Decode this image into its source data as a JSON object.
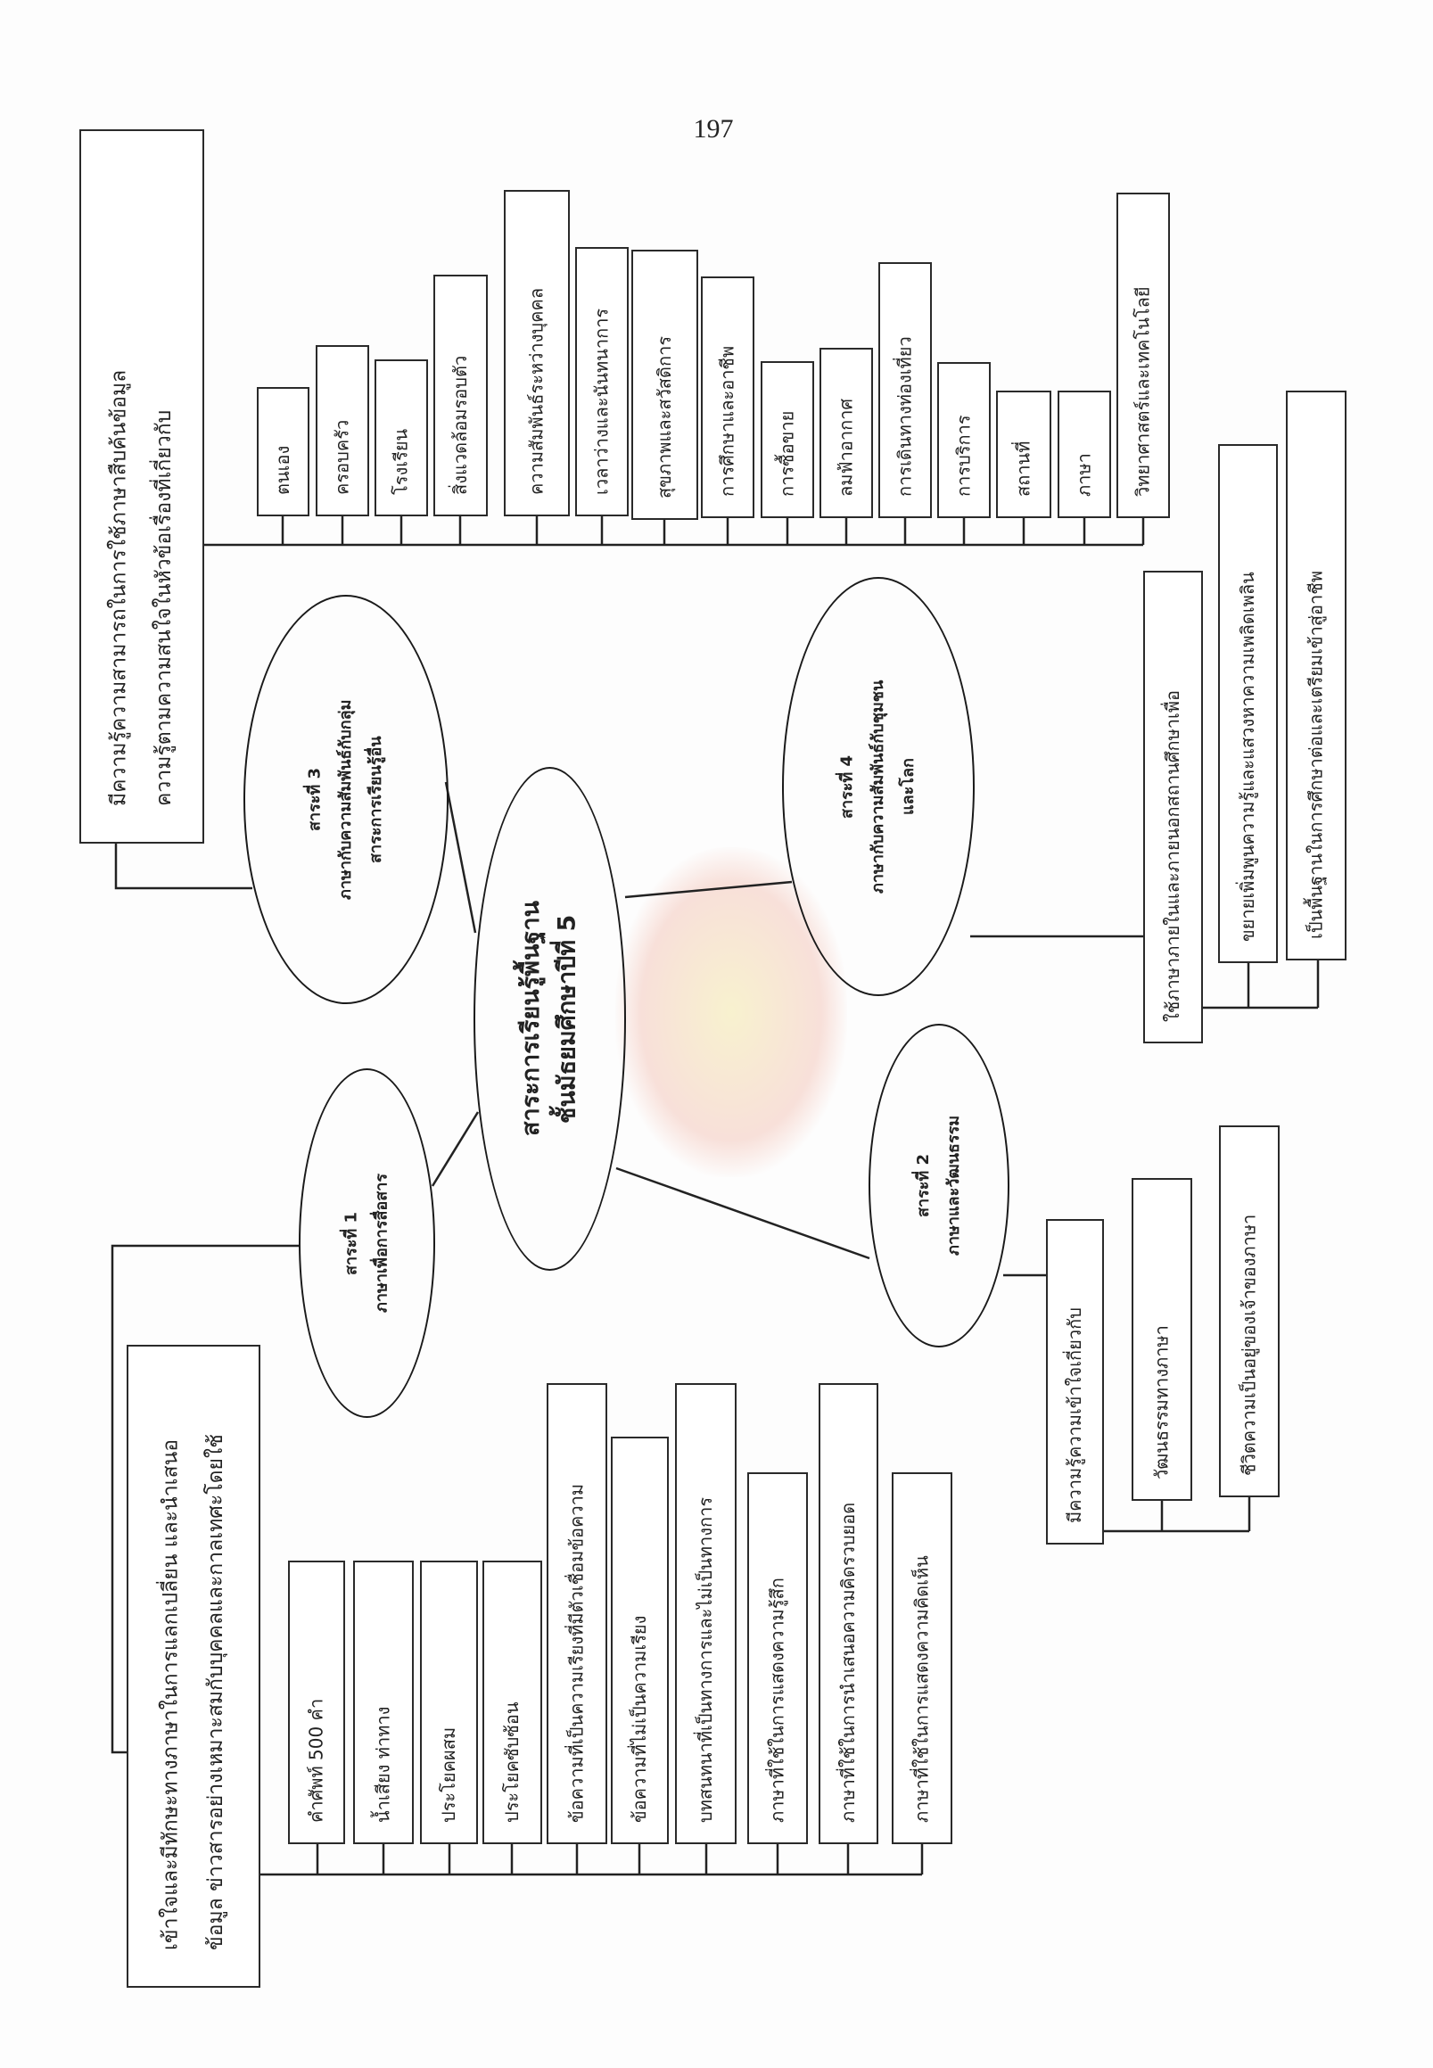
{
  "page_number": "197",
  "center": {
    "line1": "สาระการเรียนรู้พื้นฐาน",
    "line2": "ชั้นมัธยมศึกษาปีที่ 5"
  },
  "strand1": {
    "title": "สาระที่ 1",
    "subtitle": "ภาษาเพื่อการสื่อสาร",
    "description": [
      "เข้าใจและมีทักษะทางภาษาในการแลกเปลี่ยน  และนำเสนอ",
      "ข้อมูล ข่าวสารอย่างเหมาะสมกับบุคคลและกาลเทศะโดยใช้"
    ],
    "items": [
      "คำศัพท์ 500 คำ",
      "น้ำเสียง ท่าทาง",
      "ประโยคผสม",
      "ประโยคซับซ้อน",
      "ข้อความที่เป็นความเรียงที่มีตัวเชื่อมข้อความ",
      "ข้อความที่ไม่เป็นความเรียง",
      "บทสนทนาที่เป็นทางการและไม่เป็นทางการ",
      "ภาษาที่ใช้ในการแสดงความรู้สึก",
      "ภาษาที่ใช้ในการนำเสนอความคิดรวบยอด",
      "ภาษาที่ใช้ในการแสดงความคิดเห็น"
    ]
  },
  "strand2": {
    "title": "สาระที่ 2",
    "subtitle": "ภาษาและวัฒนธรรม",
    "items": [
      "มีความรู้ความเข้าใจเกี่ยวกับ",
      "วัฒนธรรมทางภาษา",
      "ชีวิตความเป็นอยู่ของเจ้าของภาษา"
    ]
  },
  "strand3": {
    "title": "สาระที่ 3",
    "subtitle": "ภาษากับความสัมพันธ์กับกลุ่ม",
    "subtitle2": "สาระการเรียนรู้อื่น",
    "description": [
      "มีความรู้ความสามารถในการใช้ภาษาสืบค้นข้อมูล",
      "ความรู้ตามความสนใจในหัวข้อเรื่องที่เกี่ยวกับ"
    ],
    "topics": [
      "ตนเอง",
      "ครอบครัว",
      "โรงเรียน",
      "สิ่งแวดล้อมรอบตัว",
      "ความสัมพันธ์ระหว่างบุคคล",
      "เวลาว่างและนันทนาการ",
      "สุขภาพและสวัสดิการ",
      "การศึกษาและอาชีพ",
      "การซื้อขาย",
      "ลมฟ้าอากาศ",
      "การเดินทางท่องเที่ยว",
      "การบริการ",
      "สถานที่",
      "ภาษา",
      "วิทยาศาสตร์และเทคโนโลยี"
    ]
  },
  "strand4": {
    "title": "สาระที่ 4",
    "subtitle": "ภาษากับความสัมพันธ์กับชุมชน",
    "subtitle2": "และโลก",
    "items": [
      "ใช้ภาษาภายในและภายนอกสถานศึกษาเพื่อ",
      "ขยายเพิ่มพูนความรู้และแสวงหาความเพลิดเพลิน",
      "เป็นพื้นฐานในการศึกษาต่อและเตรียมเข้าสู่อาชีพ"
    ]
  }
}
